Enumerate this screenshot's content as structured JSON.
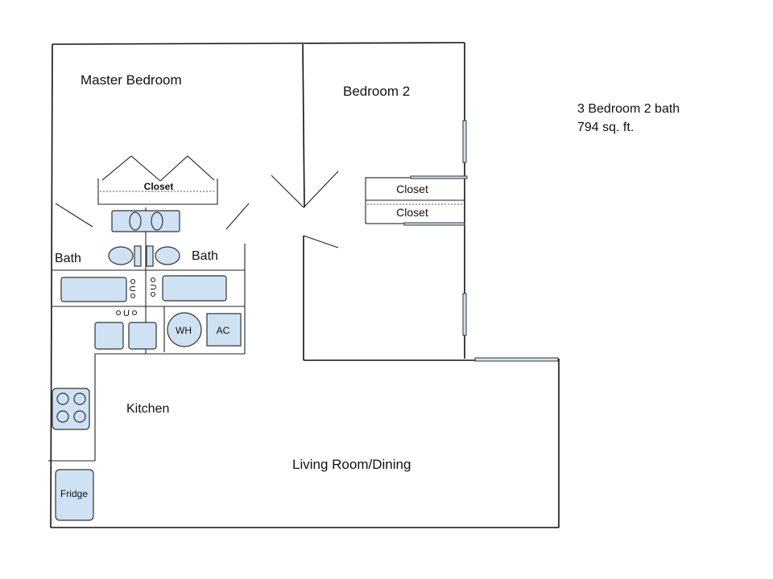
{
  "plan": {
    "summary_line1": "3 Bedroom 2 bath",
    "summary_line2": "794 sq. ft."
  },
  "rooms": {
    "master_bedroom": "Master Bedroom",
    "bedroom_2": "Bedroom 2",
    "bath_left": "Bath",
    "bath_right": "Bath",
    "kitchen": "Kitchen",
    "living_dining": "Living Room/Dining"
  },
  "closets": {
    "master": "Closet",
    "bedroom2_upper": "Closet",
    "bedroom2_lower": "Closet"
  },
  "fixtures": {
    "water_heater": "WH",
    "air_conditioner": "AC",
    "fridge": "Fridge",
    "faucet_glyph": "U"
  }
}
